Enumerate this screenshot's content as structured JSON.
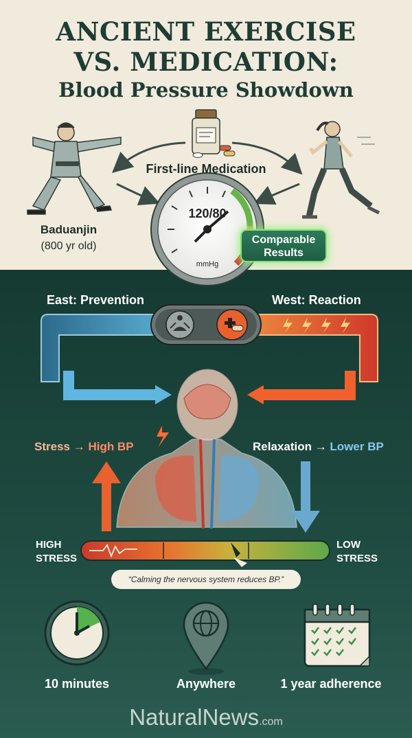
{
  "title": {
    "line1": "ANCIENT EXERCISE",
    "line2": "VS. MEDICATION:",
    "line3": "Blood Pressure Showdown"
  },
  "top_section": {
    "medication_label": "First-line Medication",
    "baduanjin_name": "Baduanjin",
    "baduanjin_age": "(800 yr old)",
    "gauge": {
      "reading": "120/80",
      "unit": "mmHg"
    },
    "badge": {
      "line1": "Comparable",
      "line2": "Results"
    }
  },
  "middle_section": {
    "east_label": "East: Prevention",
    "west_label": "West: Reaction",
    "stress_prefix": "Stress → ",
    "stress_effect": "High BP",
    "relax_prefix": "Relaxation → ",
    "relax_effect": "Lower BP",
    "high_stress": "HIGH STRESS",
    "low_stress": "LOW STRESS",
    "quote": "“Calming the nervous system reduces BP.”"
  },
  "features": [
    {
      "label": "10 minutes",
      "icon": "clock-icon"
    },
    {
      "label": "Anywhere",
      "icon": "location-globe-icon"
    },
    {
      "label": "1 year adherence",
      "icon": "calendar-icon"
    }
  ],
  "brand": {
    "name": "NaturalNews",
    "domain": ".com"
  },
  "colors": {
    "cream": "#f1ebdd",
    "dark_green": "#1b4339",
    "title_green": "#1e3d34",
    "east_blue": "#4aa3d6",
    "west_orange": "#f0612e",
    "glow_green": "#86e07a"
  }
}
